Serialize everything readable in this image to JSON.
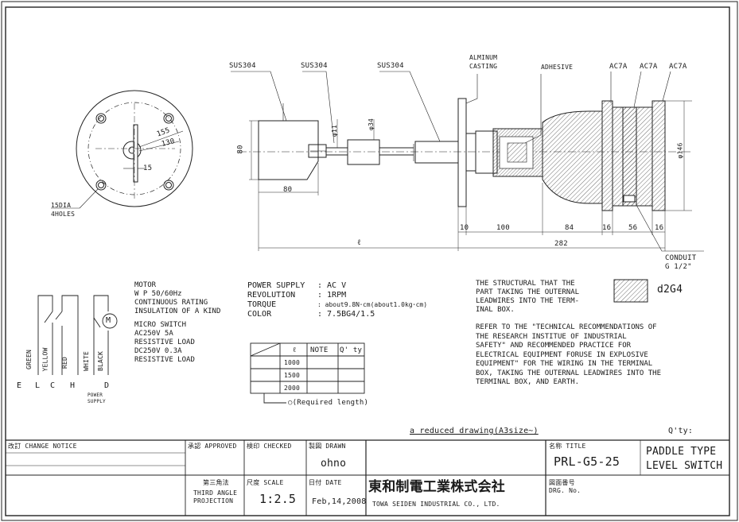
{
  "labels": {
    "sus304_a": "SUS304",
    "sus304_b": "SUS304",
    "sus304_c": "SUS304",
    "aluminum_l1": "ALMINUM",
    "aluminum_l2": "CASTING",
    "adhesive": "ADHESIVE",
    "ac7a_1": "AC7A",
    "ac7a_2": "AC7A",
    "ac7a_3": "AC7A",
    "conduit_l1": "CONDUIT",
    "conduit_l2": "G 1/2\"",
    "holes_l1": "15DIA",
    "holes_l2": "4HOLES"
  },
  "dimensions": {
    "d155": "155",
    "d130": "130",
    "d15": "15",
    "d80_v": "80",
    "d80_h": "80",
    "phi11": "φ11",
    "phi34": "φ34",
    "phi146": "φ146",
    "l_dim": "ℓ",
    "d282": "282",
    "d10": "10",
    "d100": "100",
    "d84": "84",
    "d16a": "16",
    "d56": "56",
    "d16b": "16"
  },
  "motor_spec": [
    "MOTOR",
    "W  P 50/60Hz",
    "CONTINUOUS RATING",
    "INSULATION OF A KIND",
    "",
    "MICRO SWITCH",
    "AC250V 5A",
    "RESISTIVE LOAD",
    "DC250V 0.3A",
    "RESISTIVE LOAD"
  ],
  "power_spec": {
    "rows": [
      {
        "key": "POWER SUPPLY",
        "value": ": AC       V"
      },
      {
        "key": "REVOLUTION",
        "value": ": 1RPM"
      },
      {
        "key": "TORQUE",
        "value": ": about9.8N･cm(about1.0kg･cm)"
      },
      {
        "key": "COLOR",
        "value": ": 7.5BG4/1.5"
      }
    ]
  },
  "length_table": {
    "headers": [
      "ℓ",
      "NOTE",
      "Q' ty"
    ],
    "rows": [
      "1000",
      "1500",
      "2000"
    ],
    "note": "○(Required length)"
  },
  "wiring": {
    "wires": [
      "GREEN",
      "YELLOW",
      "RED",
      "WHITE",
      "BLACK"
    ],
    "terminals": [
      "E",
      "L",
      "C",
      "H",
      "D"
    ],
    "power_l1": "POWER",
    "power_l2": "SUPPLY",
    "motor_symbol": "M"
  },
  "structural_note": [
    "THE STRUCTURAL THAT THE",
    "PART TAKING THE OUTERNAL",
    "LEADWIRES INTO THE TERM-",
    "INAL BOX."
  ],
  "hatch_legend": "d2G4",
  "refer_note": [
    "REFER TO THE \"TECHNICAL RECOMMENDATIONS OF",
    "THE RESEARCH INSTITUE OF INDUSTRIAL",
    "SAFETY\" AND RECOMMENDED PRACTICE FOR",
    "ELECTRICAL EQUIPMENT FORUSE IN EXPLOSIVE",
    "EQUIPMENT\" FOR THE WIRING IN THE TERMINAL",
    "BOX, TAKING THE OUTERNAL LEADWIRES INTO THE",
    "TERMINAL BOX, AND EARTH."
  ],
  "reduced_drawing": "a reduced drawing(A3size~)",
  "qty_label": "Q'ty:",
  "title_block": {
    "change_notice": "改訂 CHANGE NOTICE",
    "approved": "承認 APPROVED",
    "checked": "検印 CHECKED",
    "drawn": "製図 DRAWN",
    "drawn_by": "ohno",
    "projection_jp": "第三角法",
    "projection_l1": "THIRD ANGLE",
    "projection_l2": "PROJECTION",
    "scale_label": "尺度 SCALE",
    "scale_value": "1:2.5",
    "date_label": "日付 DATE",
    "date_value": "Feb,14,2008",
    "company_jp": "東和制電工業株式会社",
    "company_en": "TOWA SEIDEN INDUSTRIAL CO., LTD.",
    "name_label": "名称 TITLE",
    "model": "PRL-G5-25",
    "title_l1": "PADDLE TYPE",
    "title_l2": "LEVEL SWITCH",
    "dwg_label": "図面番号",
    "dwg_no": "DRG. No."
  }
}
